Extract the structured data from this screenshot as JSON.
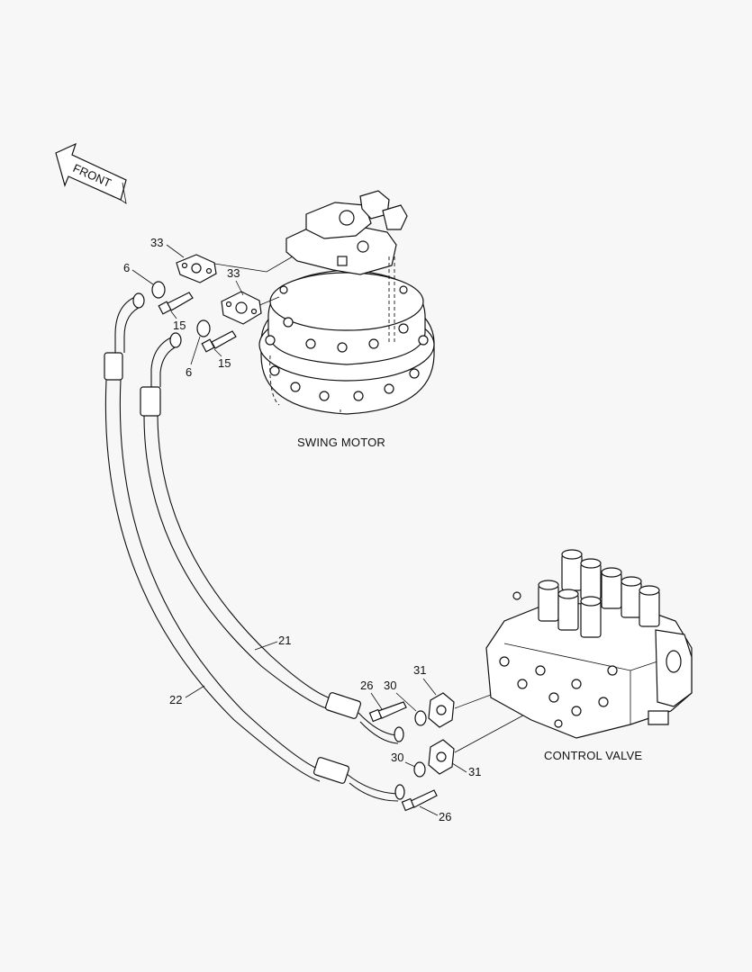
{
  "front_arrow": {
    "label": "FRONT"
  },
  "captions": {
    "swing_motor": "SWING MOTOR",
    "control_valve": "CONTROL VALVE"
  },
  "callouts": {
    "c33a": "33",
    "c33b": "33",
    "c6a": "6",
    "c6b": "6",
    "c15a": "15",
    "c15b": "15",
    "c21": "21",
    "c22": "22",
    "c26a": "26",
    "c26b": "26",
    "c30a": "30",
    "c30b": "30",
    "c31a": "31",
    "c31b": "31"
  }
}
